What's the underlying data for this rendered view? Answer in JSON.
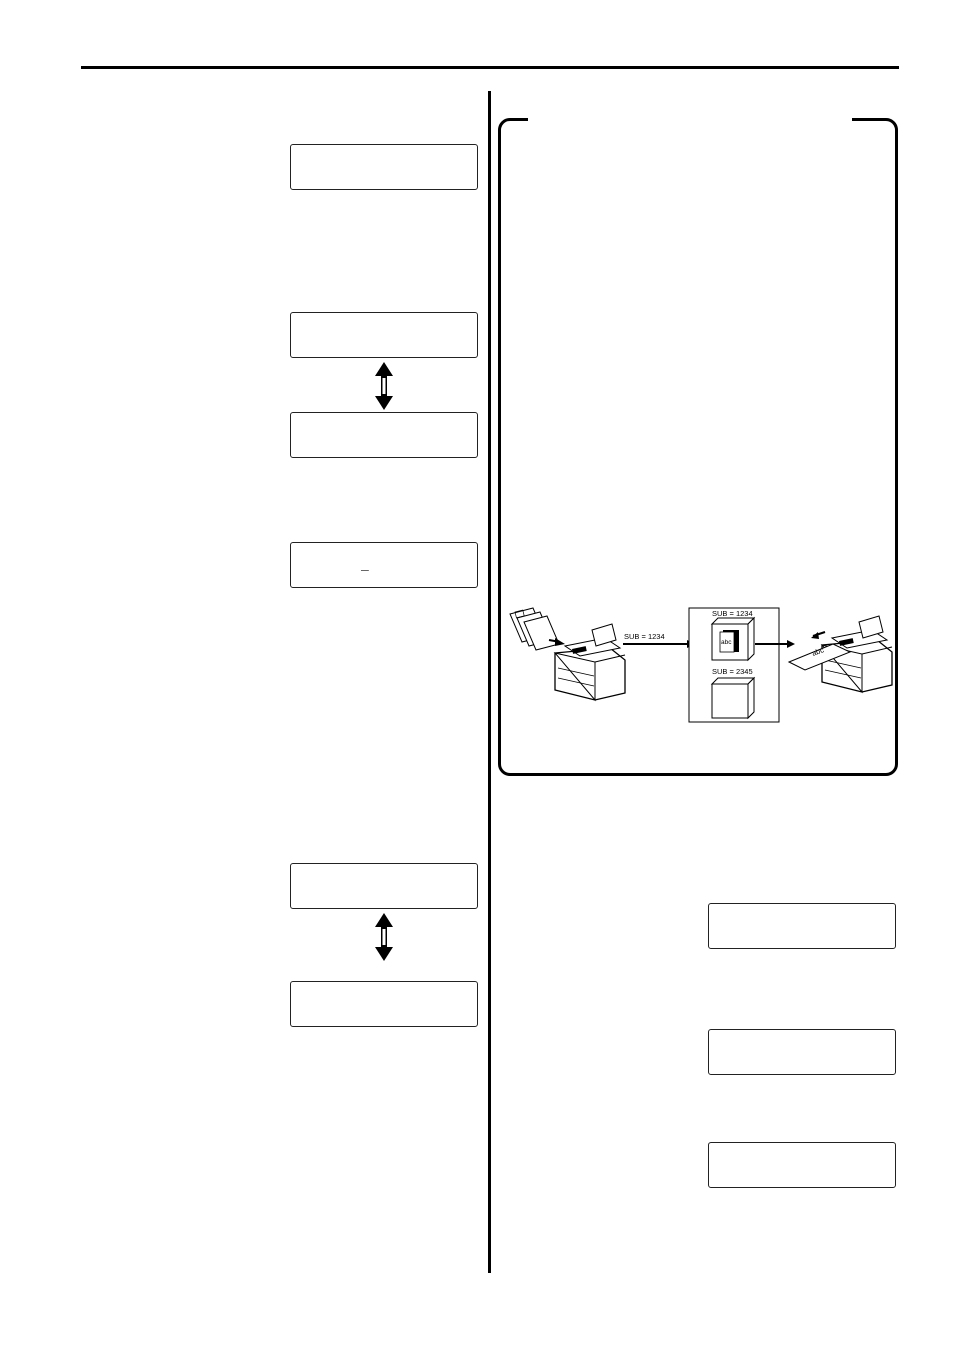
{
  "lcd": {
    "left_1": "",
    "left_2": "",
    "left_3": "",
    "left_4": "_",
    "left_5": "",
    "left_6": "",
    "right_1": "",
    "right_2": "",
    "right_3": ""
  },
  "diagram": {
    "sender_sub": "SUB = 1234",
    "box1_sub": "SUB = 1234",
    "box1_doc": "abc",
    "box2_sub": "SUB = 2345",
    "receiver_doc": "abc"
  },
  "icons": {
    "up_down_arrow": "up-down-arrow-icon",
    "fax_machine": "fax-machine-icon"
  }
}
